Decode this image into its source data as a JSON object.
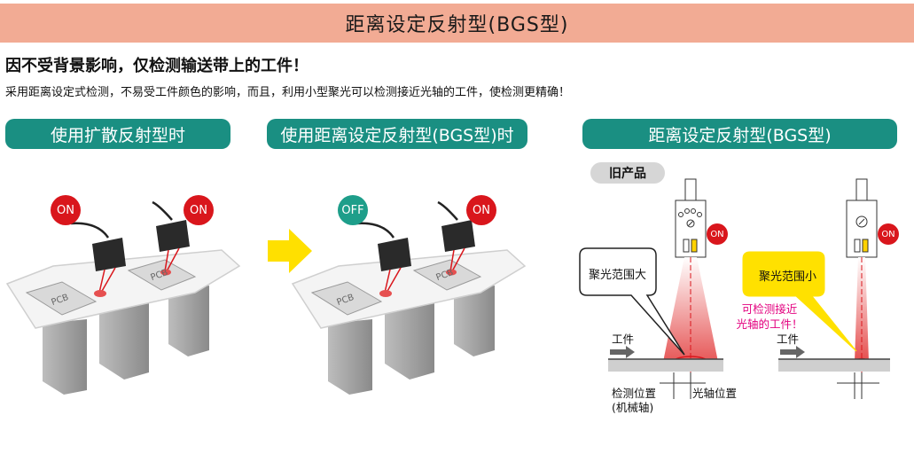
{
  "header": {
    "title": "距离设定反射型(BGS型)"
  },
  "intro": {
    "headline": "因不受背景影响，仅检测输送带上的工件！",
    "description": "采用距离设定式检测，不易受工件颜色的影响，而且，利用小型聚光可以检测接近光轴的工件，使检测更精确！"
  },
  "sections": {
    "diffuse": {
      "label": "使用扩散反射型时",
      "left_status": "ON",
      "right_status": "ON",
      "pcb_left": "PCB",
      "pcb_right": "PCB"
    },
    "bgs": {
      "label": "使用距离设定反射型(BGS型)时",
      "left_status": "OFF",
      "right_status": "ON",
      "pcb_left": "PCB",
      "pcb_right": "PCB"
    },
    "compare": {
      "label": "距离设定反射型(BGS型)",
      "old_product": "旧产品",
      "old_status": "ON",
      "new_status": "ON",
      "bubble_large": "聚光范围大",
      "bubble_small": "聚光范围小",
      "near_axis_note_1": "可检测接近",
      "near_axis_note_2": "光轴的工件！",
      "workpiece_left": "工件",
      "workpiece_right": "工件",
      "detect_position_1": "检测位置",
      "detect_position_2": "(机械轴)",
      "optical_axis_position": "光轴位置"
    }
  },
  "colors": {
    "title_bg": "#f2ab94",
    "pill_bg": "#1a8f82",
    "on_red": "#d9161c",
    "off_teal": "#1e9e8a",
    "bubble_yellow": "#ffe100",
    "arrow_yellow": "#ffe000",
    "note_magenta": "#e3007f"
  }
}
